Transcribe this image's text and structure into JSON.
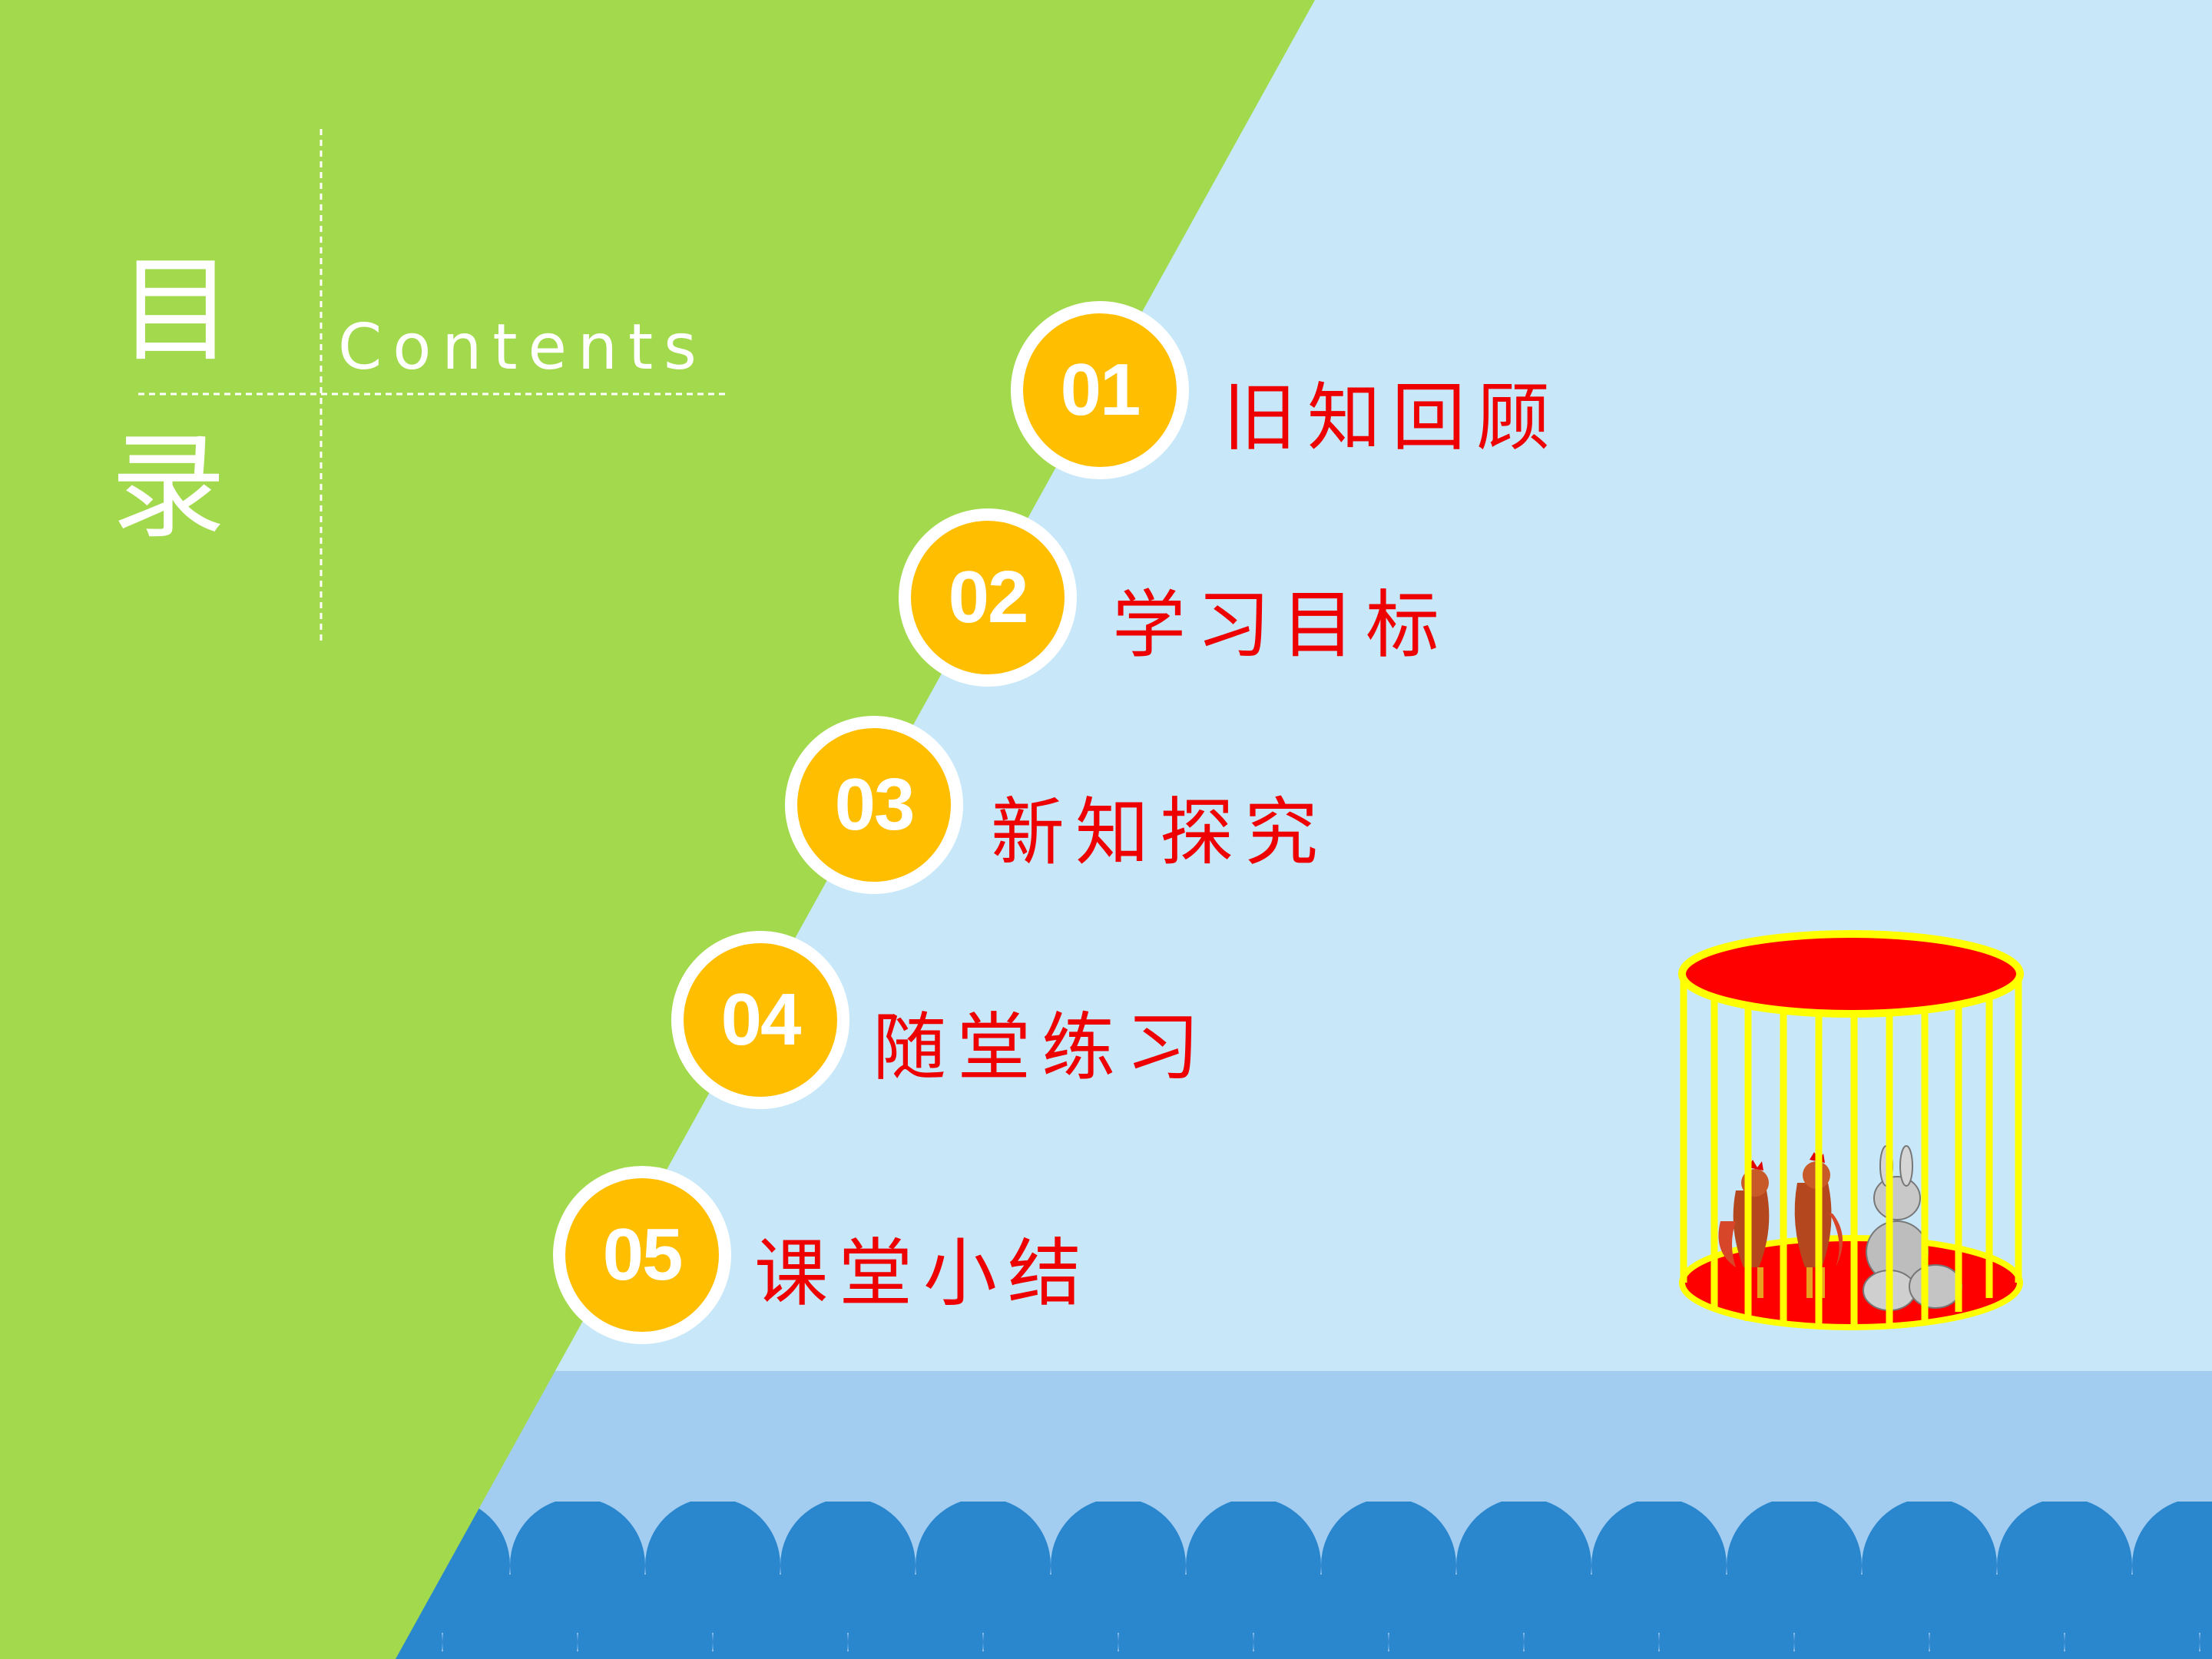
{
  "title": {
    "char1": "目",
    "char2": "录",
    "subtitle": "Contents"
  },
  "menu": [
    {
      "number": "01",
      "label": "旧知回顾"
    },
    {
      "number": "02",
      "label": "学习目标"
    },
    {
      "number": "03",
      "label": "新知探究"
    },
    {
      "number": "04",
      "label": "随堂练习"
    },
    {
      "number": "05",
      "label": "课堂小结"
    }
  ],
  "colors": {
    "green_panel": "#a3d94d",
    "sky": "#c8e8fa",
    "sea_light": "#a3cdf0",
    "wave": "#2b87cd",
    "badge": "#ffbe00",
    "menu_text": "#ee0000",
    "cage_bars": "#ffff00",
    "cage_floor": "#ff0000"
  }
}
